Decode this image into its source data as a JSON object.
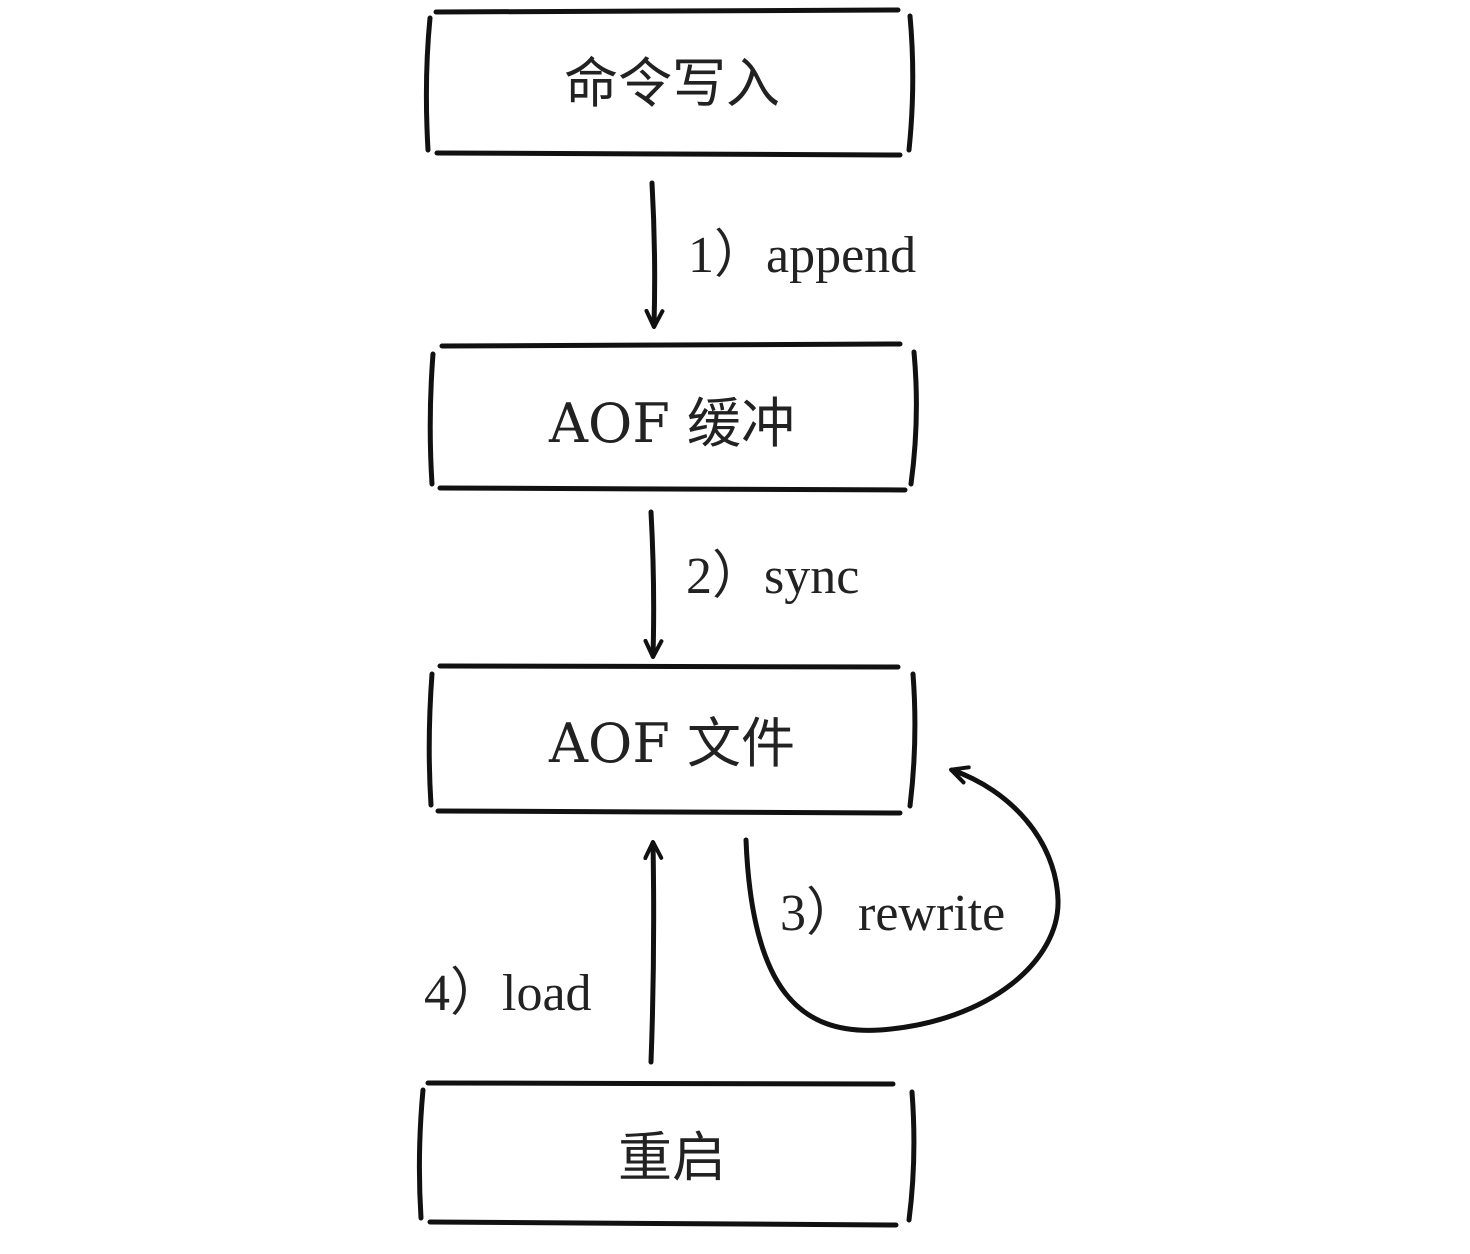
{
  "nodes": [
    {
      "id": "command-write",
      "label": "命令写入"
    },
    {
      "id": "aof-buffer",
      "label": "AOF 缓冲"
    },
    {
      "id": "aof-file",
      "label": "AOF 文件"
    },
    {
      "id": "restart",
      "label": "重启"
    }
  ],
  "edges": [
    {
      "id": "append",
      "from": "command-write",
      "to": "aof-buffer",
      "label": "1）append"
    },
    {
      "id": "sync",
      "from": "aof-buffer",
      "to": "aof-file",
      "label": "2）sync"
    },
    {
      "id": "rewrite",
      "from": "aof-file",
      "to": "aof-file",
      "label": "3）rewrite"
    },
    {
      "id": "load",
      "from": "restart",
      "to": "aof-file",
      "label": "4）load"
    }
  ],
  "colors": {
    "stroke": "#111111",
    "text": "#222222",
    "background": "#ffffff"
  }
}
